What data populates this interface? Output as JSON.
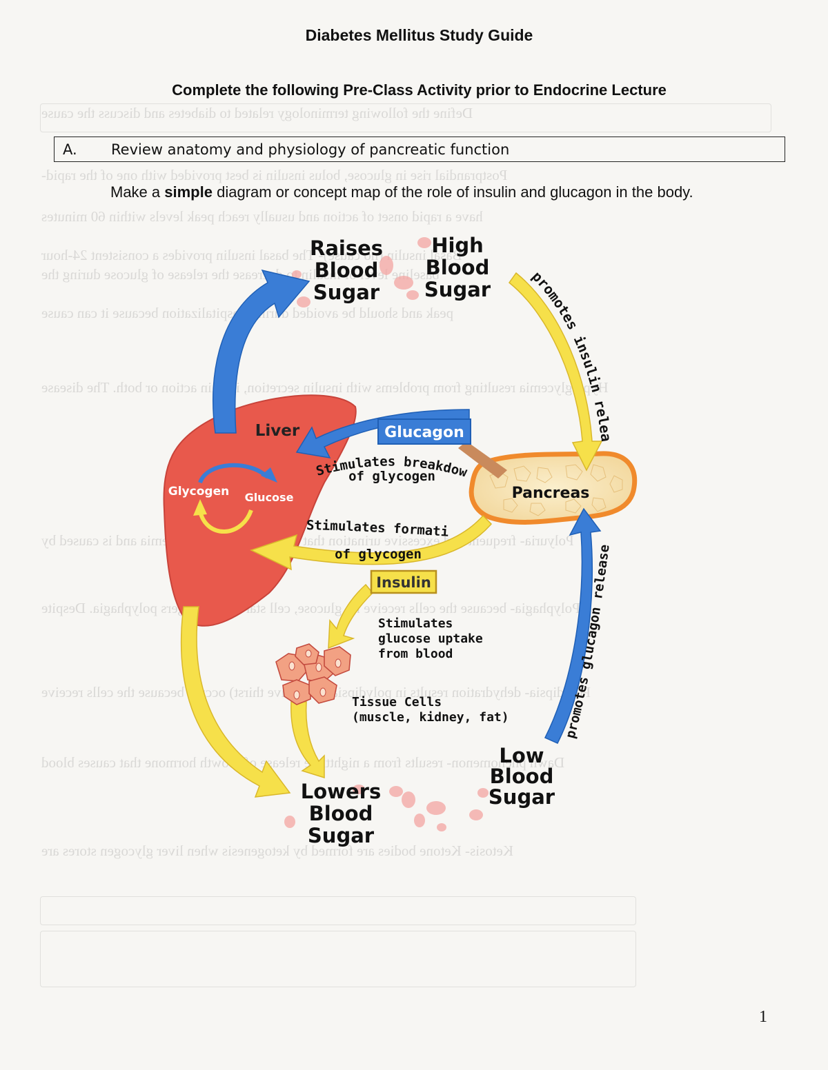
{
  "header": {
    "title": "Diabetes Mellitus Study Guide",
    "subtitle": "Complete the following Pre-Class Activity prior to Endocrine Lecture"
  },
  "section": {
    "letter": "A.",
    "text": "Review anatomy and physiology of pancreatic function"
  },
  "instruction": {
    "before": "Make a ",
    "bold": "simple",
    "after": " diagram or concept map of the role of insulin and glucagon in the body."
  },
  "diagram": {
    "raises_blood_sugar": [
      "Raises",
      "Blood",
      "Sugar"
    ],
    "high_blood_sugar": [
      "High",
      "Blood",
      "Sugar"
    ],
    "low_blood_sugar": [
      "Low",
      "Blood",
      "Sugar"
    ],
    "lowers_blood_sugar": [
      "Lowers",
      "Blood",
      "Sugar"
    ],
    "liver": "Liver",
    "pancreas": "Pancreas",
    "glucagon": "Glucagon",
    "insulin": "Insulin",
    "glycogen": "Glycogen",
    "glucose": "Glucose",
    "promotes_insulin_release": "promotes insulin release",
    "promotes_glucagon_release": "promotes glucagon release",
    "stimulates_breakdown": [
      "Stimulates breakdown",
      "of glycogen"
    ],
    "stimulates_formation": [
      "Stimulates formation",
      "of glycogen"
    ],
    "stimulates_uptake": [
      "Stimulates",
      "glucose uptake",
      "from blood"
    ],
    "tissue_cells": [
      "Tissue Cells",
      "(muscle, kidney, fat)"
    ]
  },
  "page_number": "1",
  "colors": {
    "liver": "#e8594c",
    "pancreas_fill": "#f6e3b4",
    "pancreas_edge": "#f08a2c",
    "arrow_blue": "#3a7dd6",
    "arrow_yellow": "#f6e04a",
    "marker_pink": "#f4a5a2"
  }
}
